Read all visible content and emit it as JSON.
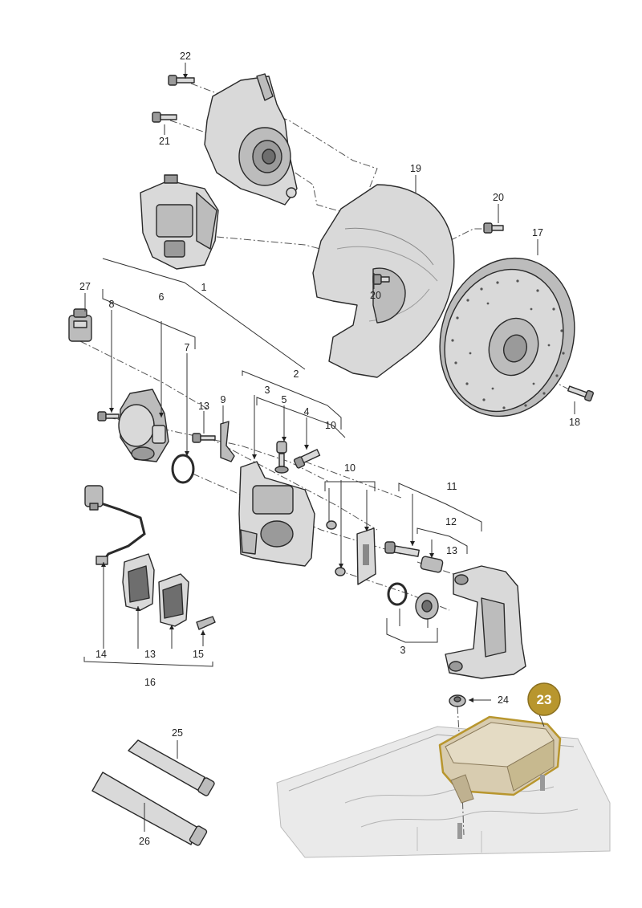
{
  "accent_color": "#b8962e",
  "highlight_fill": "#d8ccb0",
  "callouts": {
    "c1": "1",
    "c2": "2",
    "c3a": "3",
    "c3b": "3",
    "c4": "4",
    "c5": "5",
    "c6": "6",
    "c7": "7",
    "c8": "8",
    "c9": "9",
    "c10a": "10",
    "c10b": "10",
    "c11": "11",
    "c12": "12",
    "c13a": "13",
    "c13b": "13",
    "c13c": "13",
    "c14": "14",
    "c15": "15",
    "c16": "16",
    "c17": "17",
    "c18": "18",
    "c19": "19",
    "c20a": "20",
    "c20b": "20",
    "c21": "21",
    "c22": "22",
    "c24": "24",
    "c25": "25",
    "c26": "26",
    "c27": "27"
  },
  "highlighted_part": {
    "label": "23"
  }
}
